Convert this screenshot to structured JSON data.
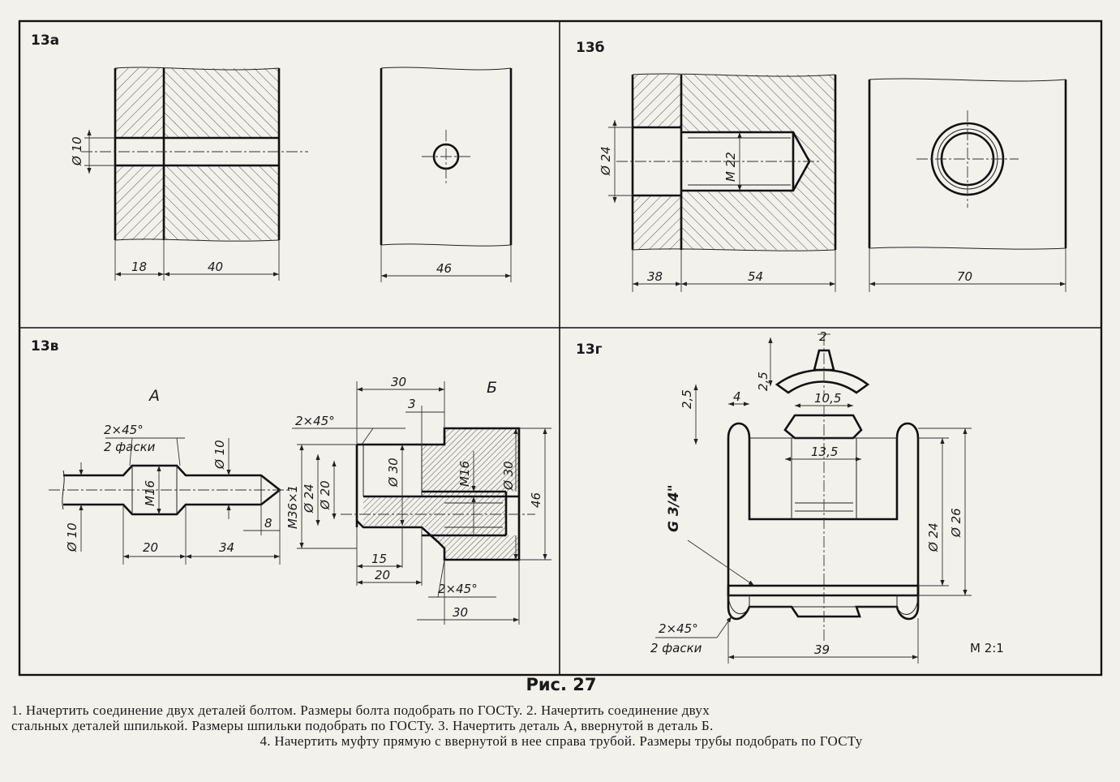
{
  "figure": {
    "caption": "Рис. 27",
    "panels": [
      {
        "id": "13a",
        "label": "13а",
        "dims": [
          "Ø 10",
          "18",
          "40",
          "46"
        ]
      },
      {
        "id": "13b",
        "label": "13б",
        "dims": [
          "Ø 24",
          "M 22",
          "38",
          "54",
          "70"
        ]
      },
      {
        "id": "13v",
        "label": "13в",
        "part_a": "А",
        "part_b": "Б",
        "dims_a": [
          "2×45°",
          "2 фаски",
          "Ø 10",
          "M16",
          "Ø 10",
          "20",
          "34",
          "8"
        ],
        "dims_b": [
          "30",
          "3",
          "2×45°",
          "M36×1",
          "Ø 24",
          "Ø 20",
          "Ø 30",
          "M16",
          "Ø 30",
          "46",
          "15",
          "20",
          "2×45°",
          "30"
        ]
      },
      {
        "id": "13g",
        "label": "13г",
        "dims": [
          "2",
          "2,5",
          "4",
          "2,5",
          "10,5",
          "13,5",
          "G 3/4\"",
          "Ø 26",
          "Ø 24",
          "2×45°",
          "2 фаски",
          "39",
          "M 2:1"
        ]
      }
    ]
  },
  "tasks": {
    "line1": "1. Начертить соединение двух деталей болтом. Размеры болта подобрать по ГОСТу. 2. Начертить соединение двух",
    "line2": "стальных деталей шпилькой. Размеры шпильки подобрать по ГОСТу. 3. Начертить деталь А, ввернутой в деталь Б.",
    "line3": "4. Начертить муфту прямую с ввернутой в нее справа трубой. Размеры трубы подобрать по ГОСТу"
  }
}
